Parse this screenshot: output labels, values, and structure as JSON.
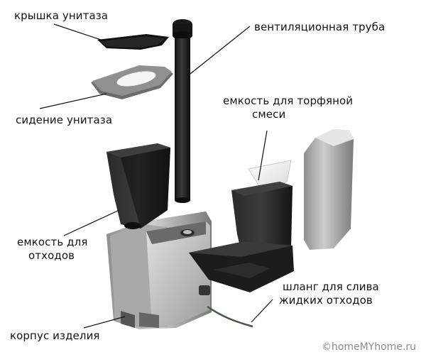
{
  "labels": {
    "lid": "крышка унитаза",
    "vent_pipe": "вентиляционная труба",
    "seat": "сидение унитаза",
    "peat_tank_line1": "емкость для торфяной",
    "peat_tank_line2": "смеси",
    "waste_tank_line1": "емкость для",
    "waste_tank_line2": "отходов",
    "hose_line1": "шланг для слива",
    "hose_line2": "жидких отходов",
    "body": "корпус изделия"
  },
  "watermark": "©homeMYhome.ru",
  "colors": {
    "ink": "#111111",
    "dark_part": "#1e1e1e",
    "grey_part": "#bdbdbd",
    "light_grey": "#dcdcdc"
  }
}
